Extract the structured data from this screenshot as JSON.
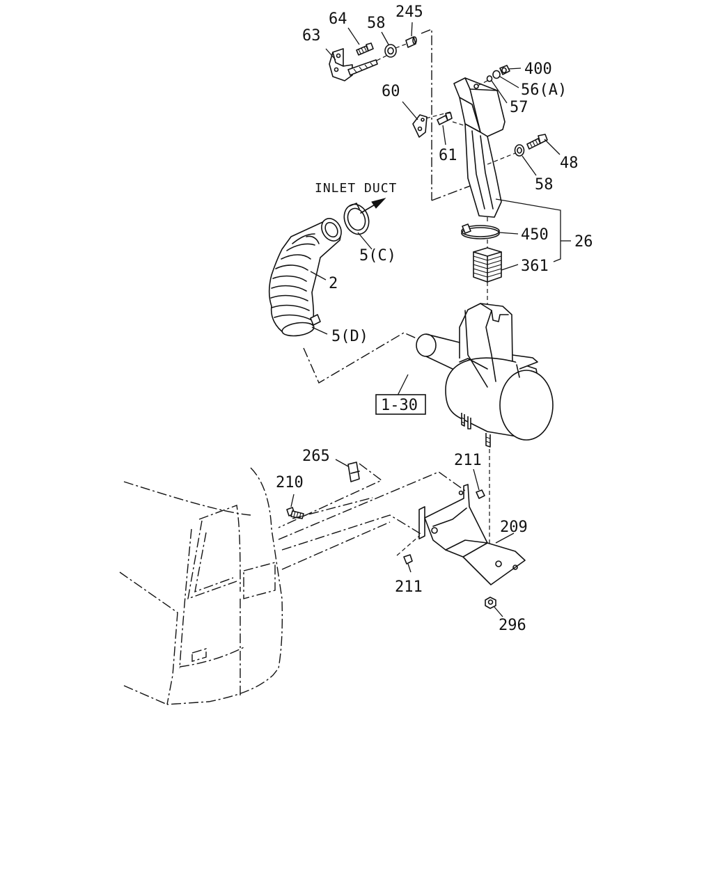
{
  "diagram": {
    "inlet_duct_label": "INLET DUCT",
    "reference_box": "1-30",
    "callouts": {
      "c64": "64",
      "c58_top": "58",
      "c245": "245",
      "c63": "63",
      "c400": "400",
      "c56a": "56(A)",
      "c60": "60",
      "c57": "57",
      "c61": "61",
      "c48": "48",
      "c58_right": "58",
      "c450": "450",
      "c26": "26",
      "c5c": "5(C)",
      "c2": "2",
      "c361": "361",
      "c5d": "5(D)",
      "c265": "265",
      "c211_top": "211",
      "c210": "210",
      "c209": "209",
      "c211_bottom": "211",
      "c296": "296"
    }
  }
}
